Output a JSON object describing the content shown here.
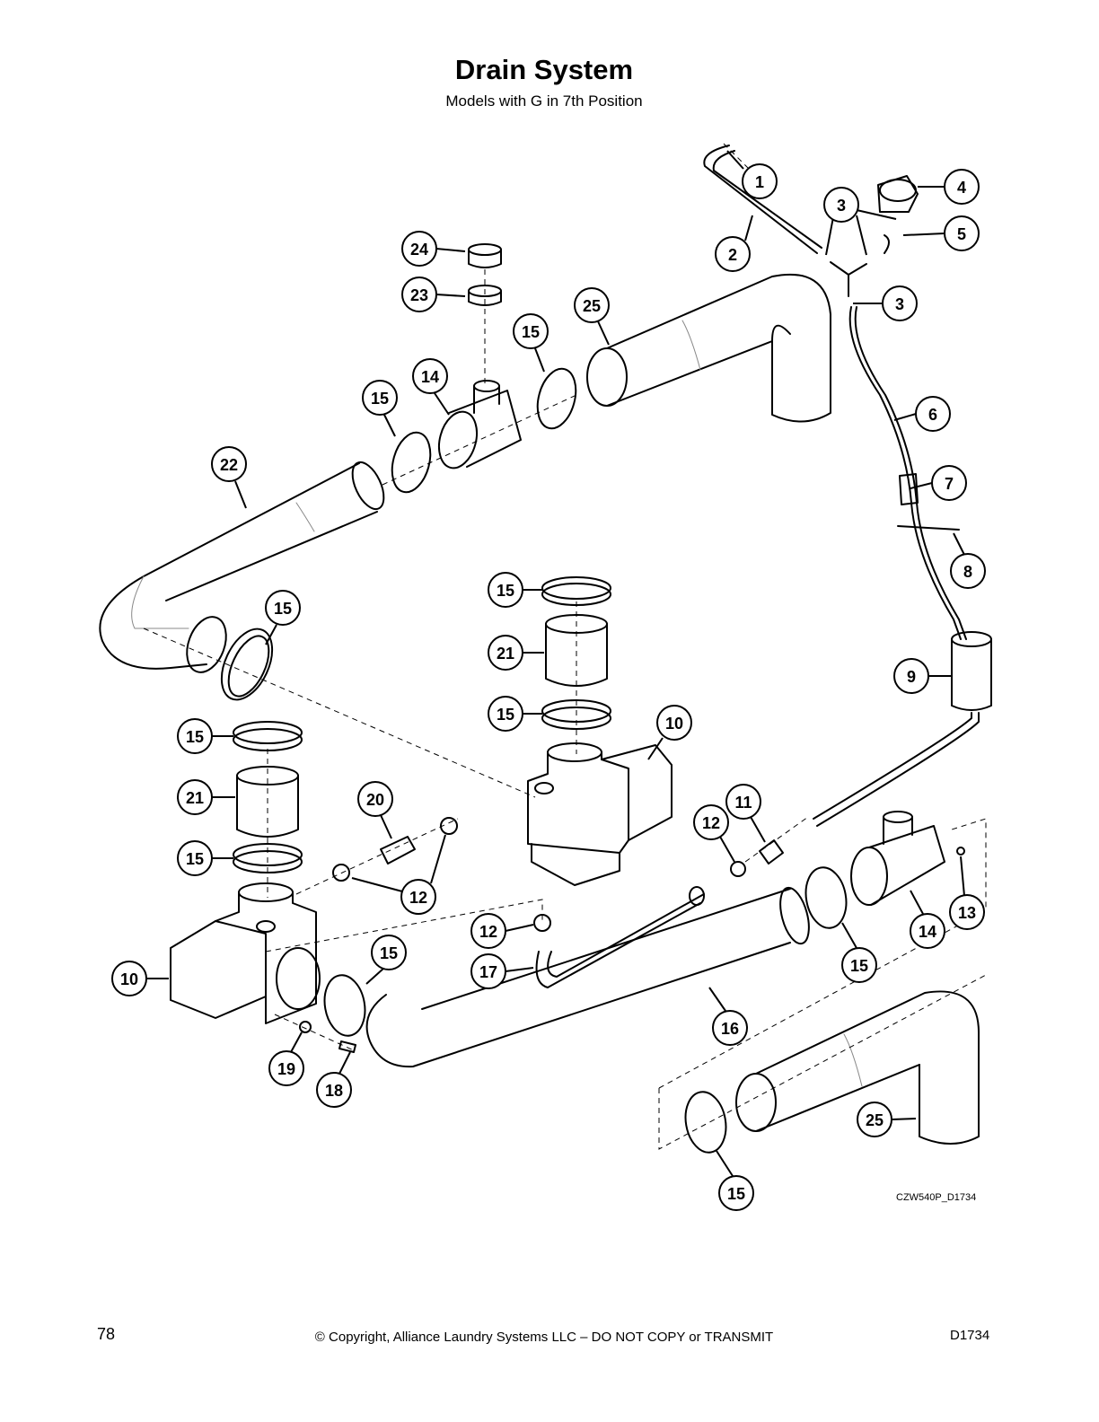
{
  "header": {
    "title": "Drain System",
    "subtitle": "Models with G in 7th Position"
  },
  "diagram": {
    "code": "CZW540P_D1734",
    "callouts": [
      "1",
      "2",
      "3",
      "3",
      "4",
      "5",
      "6",
      "7",
      "8",
      "9",
      "10",
      "10",
      "11",
      "12",
      "12",
      "12",
      "13",
      "14",
      "14",
      "15",
      "15",
      "15",
      "15",
      "15",
      "15",
      "15",
      "15",
      "15",
      "15",
      "16",
      "17",
      "18",
      "19",
      "20",
      "21",
      "21",
      "22",
      "23",
      "24",
      "25",
      "25"
    ]
  },
  "footer": {
    "page": "78",
    "copyright": "© Copyright, Alliance Laundry Systems LLC – DO NOT COPY or TRANSMIT",
    "doc_id": "D1734"
  }
}
